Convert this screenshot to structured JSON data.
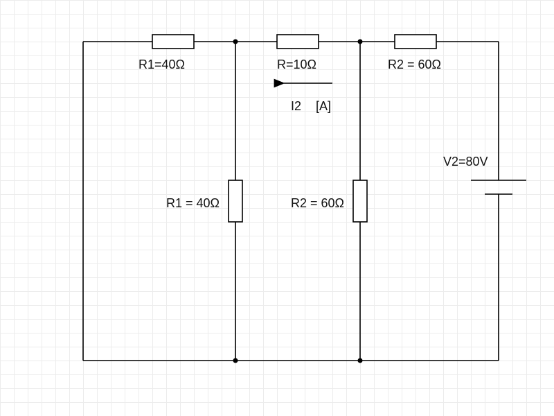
{
  "diagram": {
    "labels": {
      "r1_top": "R1=40Ω",
      "r_mid": "R=10Ω",
      "r2_top": "R2 = 60Ω",
      "current": "I2",
      "current_unit": "[A]",
      "source": "V2=80V",
      "r1_vertical": "R1 = 40Ω",
      "r2_vertical": "R2 = 60Ω"
    }
  }
}
